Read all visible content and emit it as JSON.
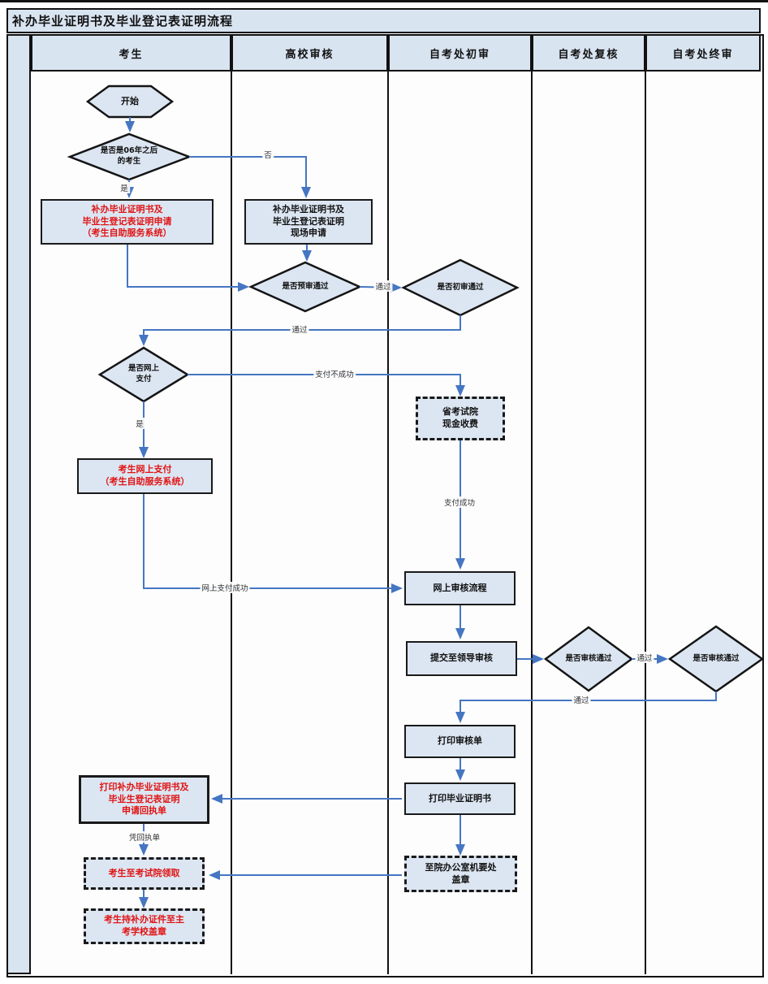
{
  "title": "补办毕业证明书及毕业登记表证明流程",
  "lanes": [
    {
      "label": "考生"
    },
    {
      "label": "高校审核"
    },
    {
      "label": "自考处初审"
    },
    {
      "label": "自考处复核"
    },
    {
      "label": "自考处终审"
    }
  ],
  "nodes": {
    "start": {
      "text": "开始"
    },
    "is_after_2006": {
      "text": "是否是06年之后\n的考生"
    },
    "apply_online": {
      "text": "补办毕业证明书及\n毕业生登记表证明申请\n（考生自助服务系统）"
    },
    "apply_onsite": {
      "text": "补办毕业证明书及\n毕业生登记表证明\n现场申请"
    },
    "pre_audit": {
      "text": "是否预审通过"
    },
    "first_audit": {
      "text": "是否初审通过"
    },
    "online_pay": {
      "text": "是否网上\n支付"
    },
    "cash_charge": {
      "text": "省考试院\n现金收费"
    },
    "pay_online": {
      "text": "考生网上支付\n（考生自助服务系统）"
    },
    "online_review": {
      "text": "网上审核流程"
    },
    "submit_leader": {
      "text": "提交至领导审核"
    },
    "review_pass_1": {
      "text": "是否审核通过"
    },
    "review_pass_2": {
      "text": "是否审核通过"
    },
    "print_audit_form": {
      "text": "打印审核单"
    },
    "print_certificate": {
      "text": "打印毕业证明书"
    },
    "print_receipt": {
      "text": "打印补办毕业证明书及\n毕业生登记表证明\n申请回执单"
    },
    "collect": {
      "text": "考生至考试院领取"
    },
    "office_stamp": {
      "text": "至院办公室机要处\n盖章"
    },
    "school_stamp": {
      "text": "考生持补办证件至主\n考学校盖章"
    }
  },
  "labels": {
    "yes1": "是",
    "no1": "否",
    "pass1": "通过",
    "pass2": "通过",
    "pay_fail": "支付不成功",
    "yes2": "是",
    "pay_success": "支付成功",
    "online_pay_success": "网上支付成功",
    "pass3": "通过",
    "pass4": "通过",
    "with_receipt": "凭回执单"
  },
  "colors": {
    "connector_blue": "#4576c2",
    "node_fill": "#dce6f2",
    "header_fill": "#d9e4f1",
    "red_text": "#e01414",
    "border_dark": "#1a1a1a"
  }
}
